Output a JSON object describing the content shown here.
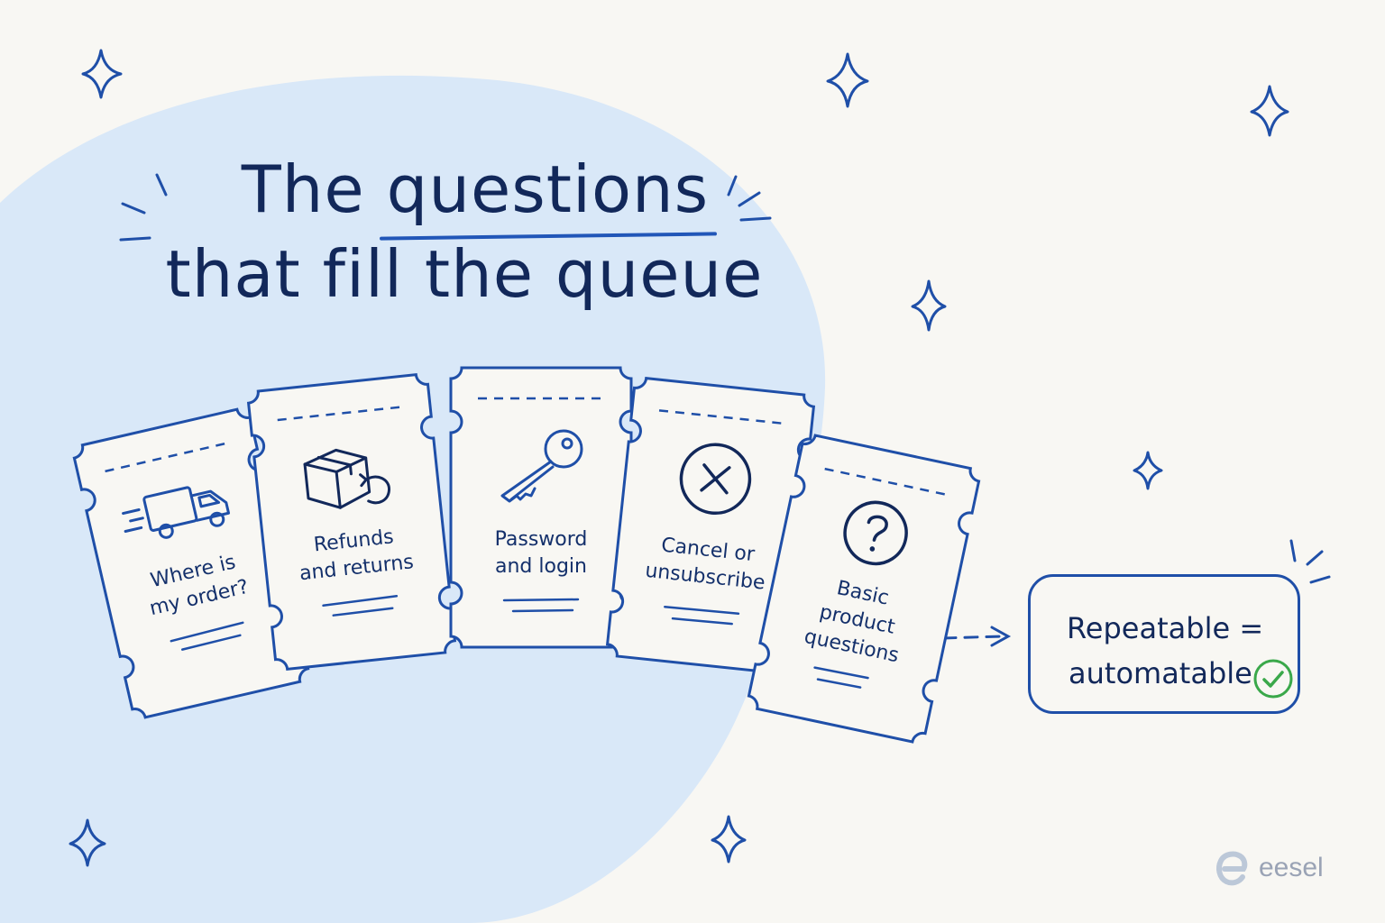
{
  "title": {
    "line1_prefix": "The",
    "line1_highlight": "questions",
    "line2": "that fill the queue"
  },
  "tickets": [
    {
      "id": "order",
      "label_lines": [
        "Where is",
        "my order?"
      ],
      "icon": "delivery-truck-icon"
    },
    {
      "id": "refunds",
      "label_lines": [
        "Refunds",
        "and returns"
      ],
      "icon": "box-return-icon"
    },
    {
      "id": "password",
      "label_lines": [
        "Password",
        "and login"
      ],
      "icon": "key-icon"
    },
    {
      "id": "cancel",
      "label_lines": [
        "Cancel or",
        "unsubscribe"
      ],
      "icon": "cancel-x-icon"
    },
    {
      "id": "product",
      "label_lines": [
        "Basic",
        "product",
        "questions"
      ],
      "icon": "question-mark-icon"
    }
  ],
  "result": {
    "line1": "Repeatable =",
    "line2": "automatable",
    "icon": "check-circle-icon"
  },
  "brand": {
    "name": "eesel",
    "icon": "eesel-logo-icon"
  },
  "colors": {
    "background": "#f8f7f3",
    "blob": "#d9e8f8",
    "ink": "#12285a",
    "stroke": "#1f4fa8",
    "check": "#3aa84a",
    "brand": "#9aa3b5"
  }
}
